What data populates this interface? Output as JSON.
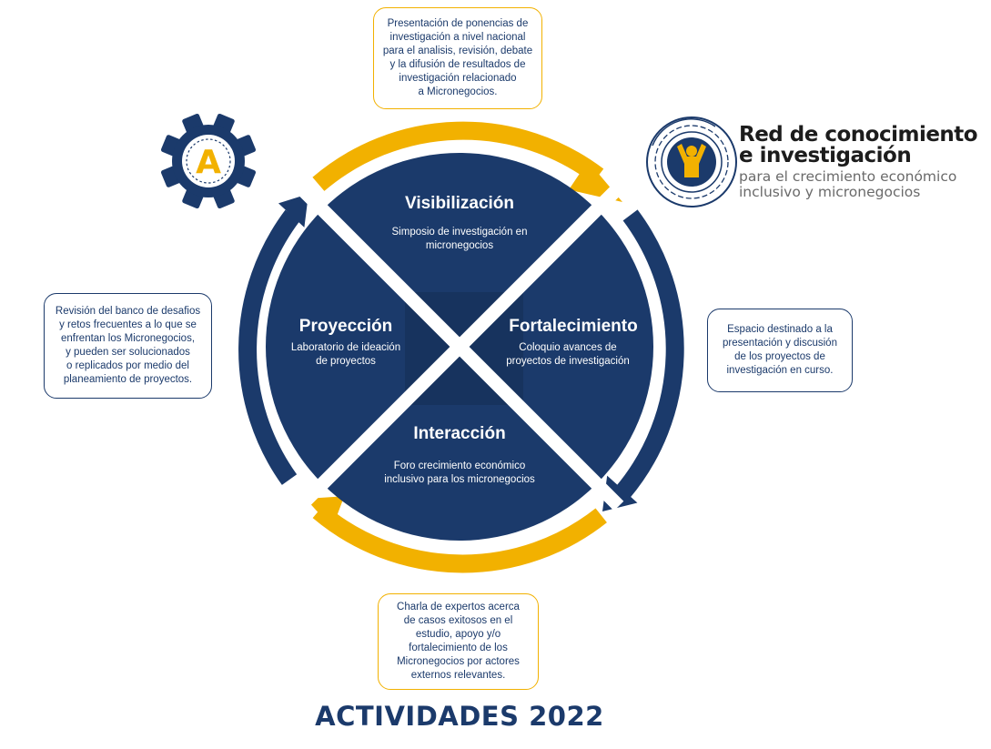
{
  "colors": {
    "navy": "#1b3a6b",
    "navy_dark": "#17335e",
    "gold": "#f2b100",
    "white": "#ffffff"
  },
  "gear_badge": {
    "icon": "gear-icon",
    "letter": "A"
  },
  "brand": {
    "icon": "network-person-logo-icon",
    "line1": "Red de conocimiento",
    "line2": "e investigación",
    "line3": "para el crecimiento económico",
    "line4": "inclusivo y micronegocios"
  },
  "quadrants": {
    "top": {
      "title": "Visibilización",
      "desc": [
        "Simposio de investigación en",
        "micronegocios"
      ]
    },
    "right": {
      "title": "Fortalecimiento",
      "desc": [
        "Coloquio avances de",
        "proyectos de investigación"
      ]
    },
    "bottom": {
      "title": "Interacción",
      "desc": [
        "Foro crecimiento económico",
        "inclusivo para los micronegocios"
      ]
    },
    "left": {
      "title": "Proyección",
      "desc": [
        "Laboratorio de ideación",
        "de proyectos"
      ]
    }
  },
  "callouts": {
    "top": [
      "Presentación de ponencias de",
      "investigación a nivel nacional",
      "para el analisis, revisión, debate",
      "y la difusión de resultados de",
      "investigación relacionado",
      "a Micronegocios."
    ],
    "right": [
      "Espacio destinado a la",
      "presentación y discusión",
      "de los proyectos de",
      "investigación en curso."
    ],
    "left": [
      "Revisión del banco de desafios",
      "y retos frecuentes a lo que se",
      "enfrentan los Micronegocios,",
      "y pueden ser solucionados",
      "o replicados por medio del",
      "planeamiento de proyectos."
    ],
    "bottom": [
      "Charla de expertos acerca",
      "de casos exitosos en el",
      "estudio, apoyo y/o",
      "fortalecimiento de los",
      "Micronegocios por actores",
      "externos relevantes."
    ]
  },
  "footer": {
    "title": "ACTIVIDADES 2022"
  }
}
